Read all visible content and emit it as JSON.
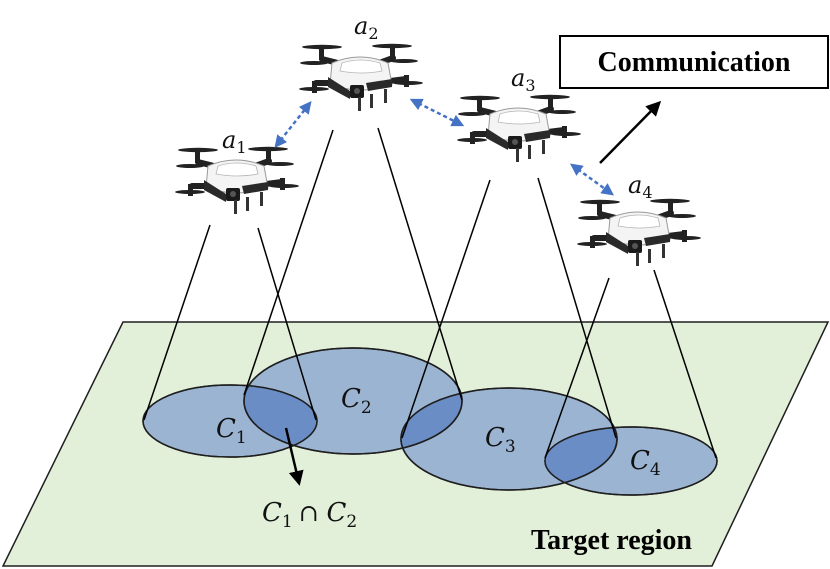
{
  "labels": {
    "communication": "Communication",
    "target_region": "Target region",
    "intersection": "C",
    "intersection_sub1": "1",
    "intersection_op": "∩ ",
    "intersection_sub2": "2"
  },
  "agents": [
    {
      "name": "a",
      "sub": "1"
    },
    {
      "name": "a",
      "sub": "2"
    },
    {
      "name": "a",
      "sub": "3"
    },
    {
      "name": "a",
      "sub": "4"
    }
  ],
  "coverage": [
    {
      "name": "C",
      "sub": "1"
    },
    {
      "name": "C",
      "sub": "2"
    },
    {
      "name": "C",
      "sub": "3"
    },
    {
      "name": "C",
      "sub": "4"
    }
  ],
  "colors": {
    "region_fill": "#e2efd9",
    "ellipse_fill": "#9bb4d2",
    "overlap_fill": "#6a8dc6",
    "ellipse_stroke": "#1f1f1f",
    "link_color": "#4472c4",
    "drone_body": "#f3f3f3",
    "drone_dark": "#1d1d1d"
  },
  "icons": [
    "drone-icon",
    "bidirectional-link-arrow",
    "arrow"
  ]
}
